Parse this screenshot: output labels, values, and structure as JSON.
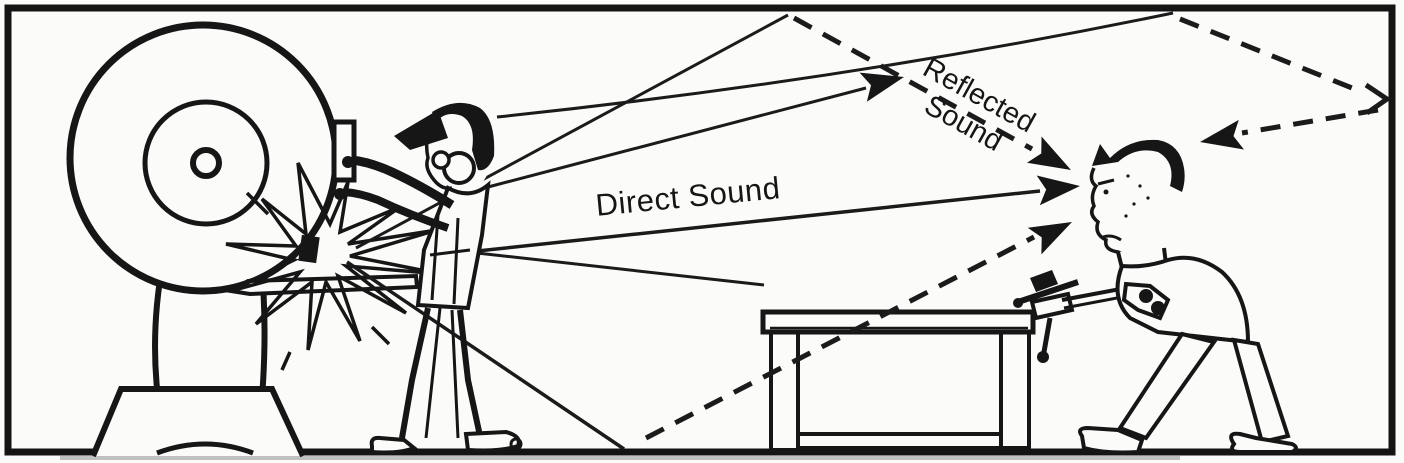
{
  "labels": {
    "direct": "Direct Sound",
    "reflected_line1": "Reflected",
    "reflected_line2": "Sound"
  },
  "colors": {
    "ink": "#161616",
    "paper": "#fbfbf9"
  },
  "icons": [
    "grinding-wheel-icon",
    "machine-base-icon",
    "spark-burst-icon",
    "operator-figure-icon",
    "workbench-icon",
    "vise-icon",
    "listener-figure-icon",
    "solid-arrowhead-icon",
    "dashed-arrowhead-icon",
    "chevron-arrowhead-icon"
  ]
}
